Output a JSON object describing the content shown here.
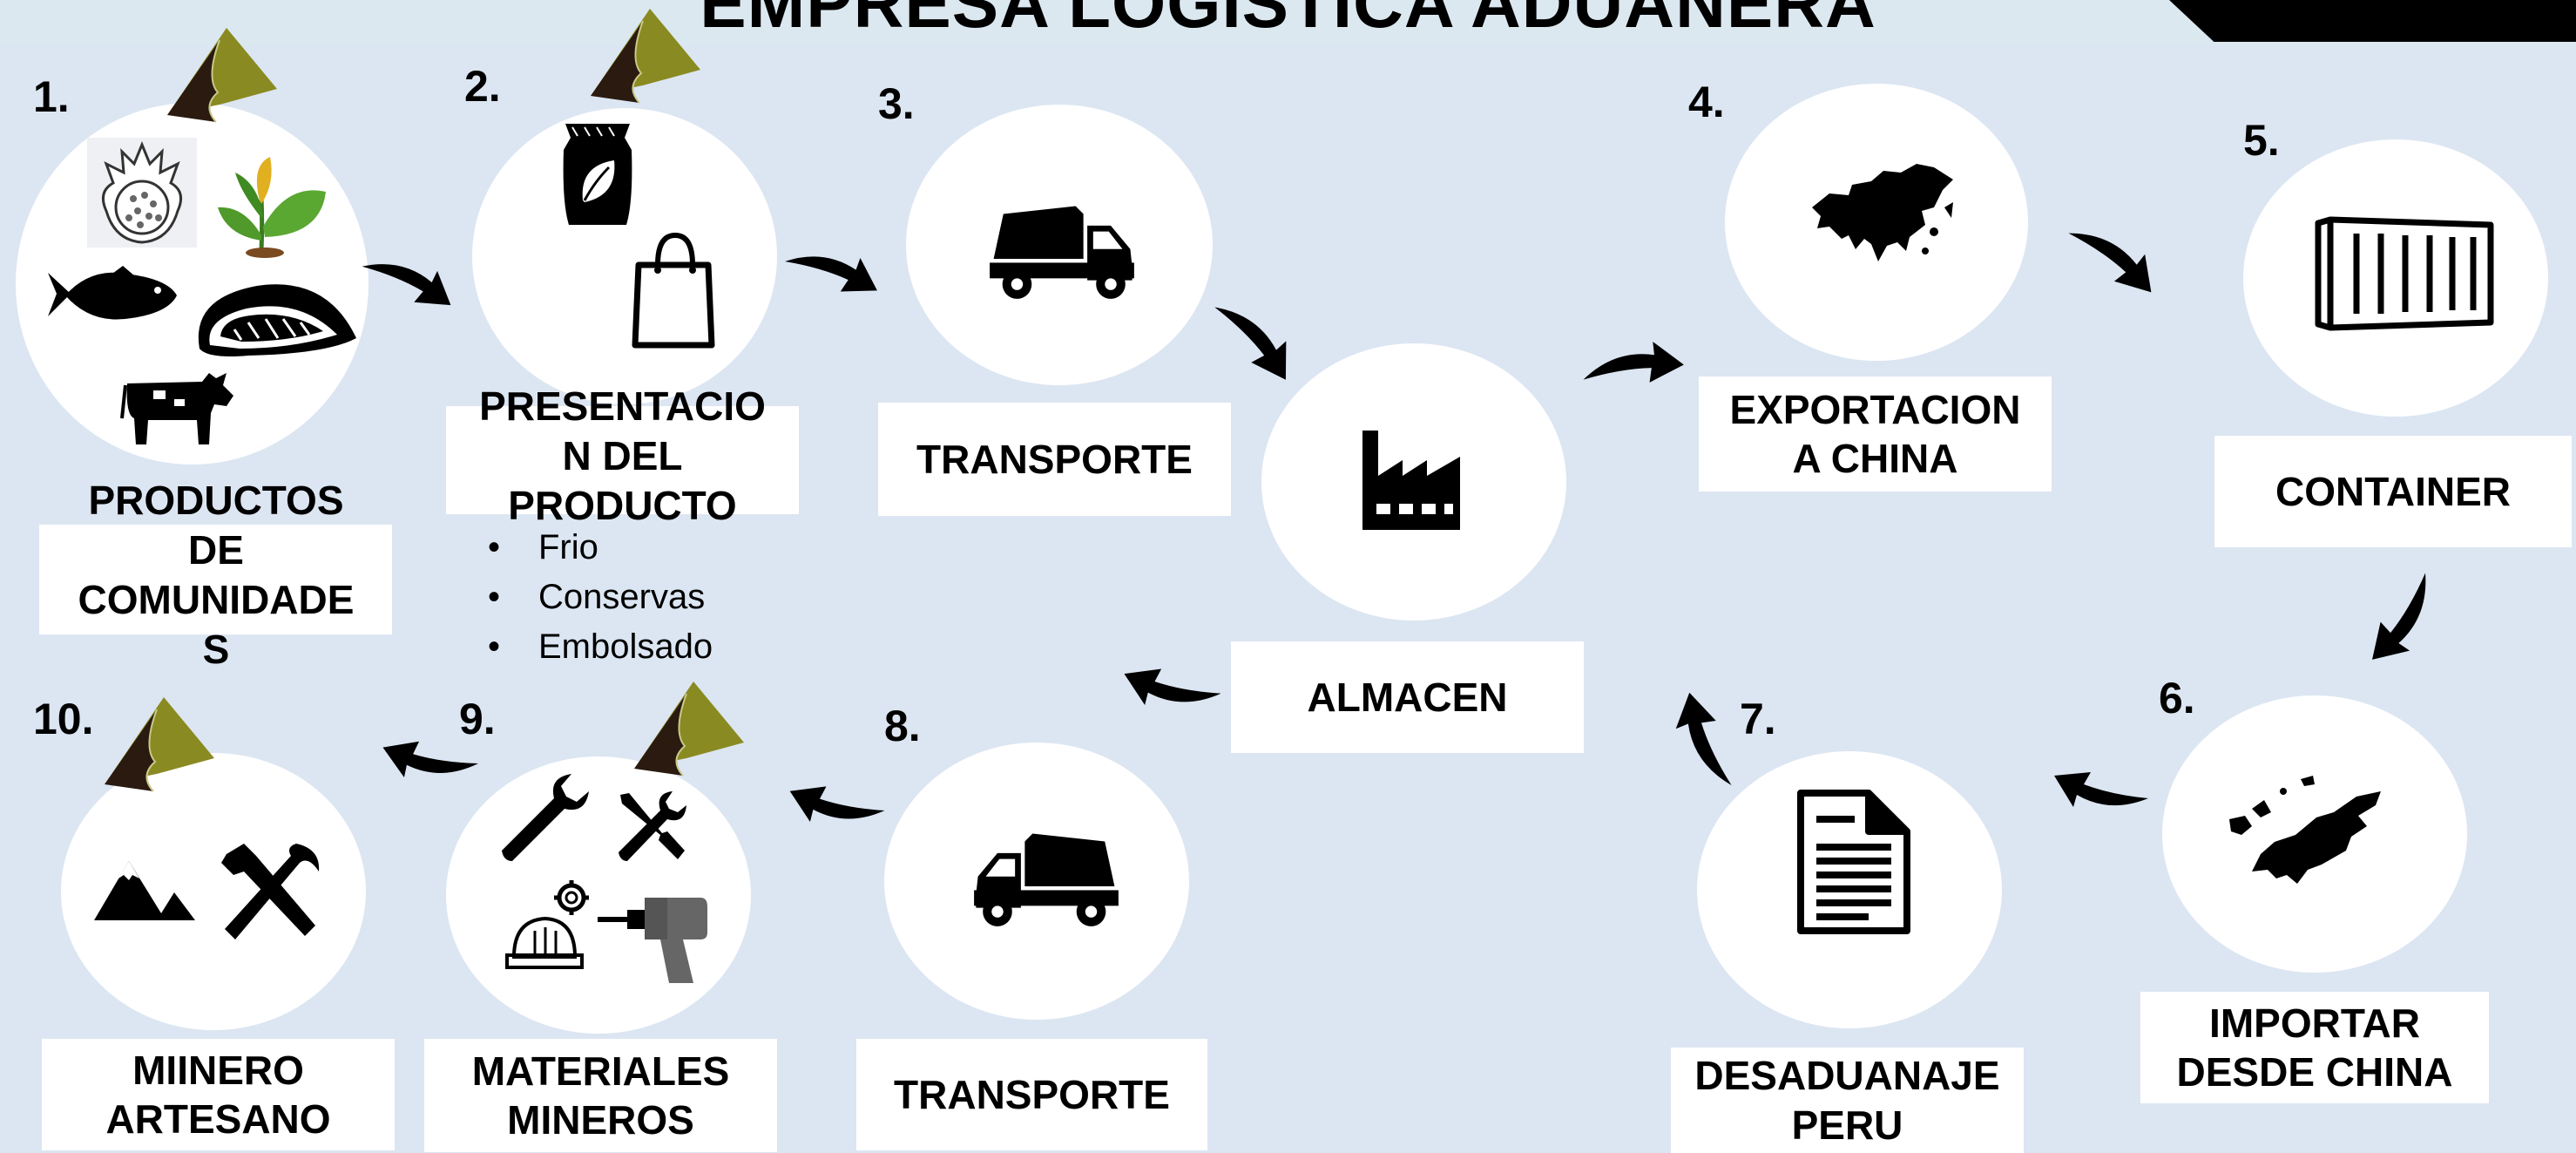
{
  "title": "EMPRESA LOGISTICA ADUANERA",
  "steps": [
    {
      "num": "1.",
      "label": "PRODUCTOS DE COMUNIDADES",
      "label_lines": [
        "PRODUCTOS",
        "DE",
        "COMUNIDADE",
        "S"
      ]
    },
    {
      "num": "2.",
      "label": "PRESENTACION DEL PRODUCTO",
      "label_lines": [
        "PRESENTACIO",
        "N DEL",
        "PRODUCTO"
      ],
      "bullets": [
        "Frio",
        "Conservas",
        "Embolsado"
      ]
    },
    {
      "num": "3.",
      "label": "TRANSPORTE"
    },
    {
      "num": "",
      "label": "ALMACEN"
    },
    {
      "num": "4.",
      "label_lines": [
        "EXPORTACION",
        "A CHINA"
      ]
    },
    {
      "num": "5.",
      "label": "CONTAINER"
    },
    {
      "num": "6.",
      "label_lines": [
        "IMPORTAR",
        "DESDE CHINA"
      ]
    },
    {
      "num": "7.",
      "label_lines": [
        "DESADUANAJE",
        "PERU"
      ]
    },
    {
      "num": "8.",
      "label": "TRANSPORTE"
    },
    {
      "num": "9.",
      "label_lines": [
        "MATERIALES",
        "MINEROS"
      ]
    },
    {
      "num": "10.",
      "label_lines": [
        "MIINERO",
        "ARTESANO"
      ]
    }
  ],
  "colors": {
    "background": "#dce6f2",
    "banner": "#dbe8f0",
    "circle": "#ffffff",
    "accent_olive": "#8a8a22",
    "accent_dark": "#2a1a10"
  },
  "icons": [
    "pineapple-icon",
    "plant-icon",
    "fish-icon",
    "meat-icon",
    "cow-icon",
    "leaf-bag-icon",
    "shopping-bag-icon",
    "dump-truck-icon",
    "factory-icon",
    "asia-map-icon",
    "shipping-container-icon",
    "europe-asia-map-icon",
    "document-icon",
    "wrench-icon",
    "wrench-screwdriver-icon",
    "helmet-icon",
    "drill-icon",
    "mountain-icon",
    "hammer-pick-icon",
    "cone-badge-icon",
    "curved-arrow-icon"
  ]
}
